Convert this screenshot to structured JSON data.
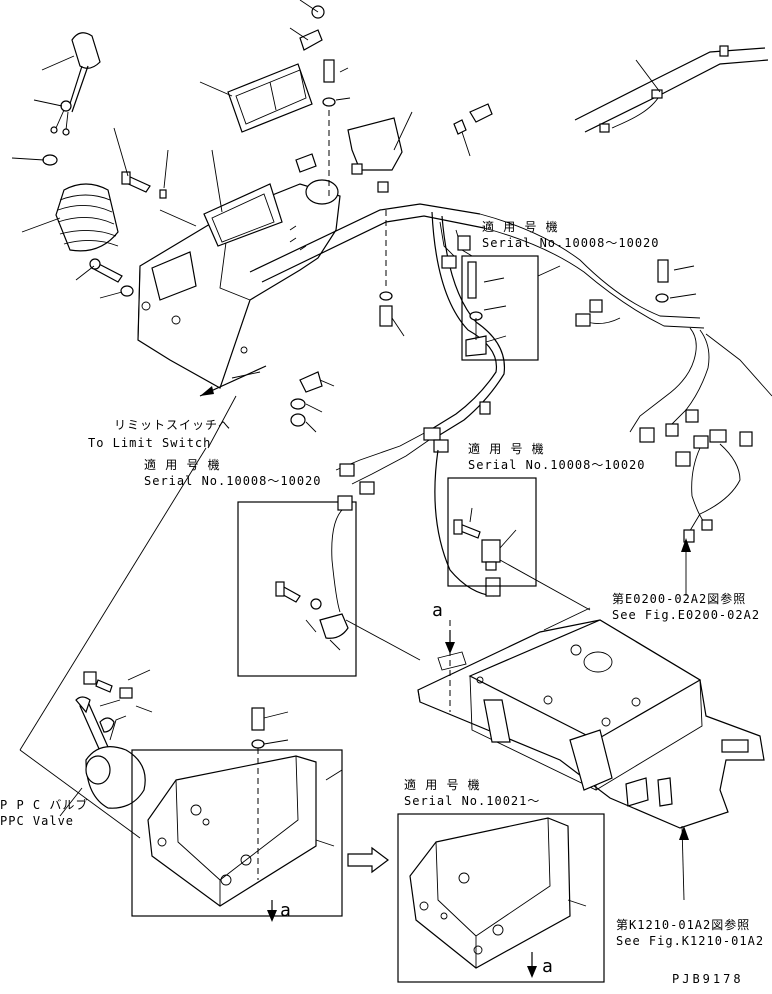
{
  "labels": {
    "applicable_models_jp": "適 用 号 機",
    "serial_10008_10020": "Serial No.10008～10020",
    "serial_10021": "Serial No.10021～",
    "limit_switch_jp": "リミットスイッチへ",
    "limit_switch_en": "To Limit Switch",
    "ppc_valve_jp": "P P C バルブ",
    "ppc_valve_en": "PPC Valve",
    "ref_e0200_jp": "第E0200-02A2図参照",
    "ref_e0200_en": "See Fig.E0200-02A2",
    "ref_k1210_jp": "第K1210-01A2図参照",
    "ref_k1210_en": "See Fig.K1210-01A2",
    "marker_a": "a",
    "drawing_code": "PJB9178"
  }
}
